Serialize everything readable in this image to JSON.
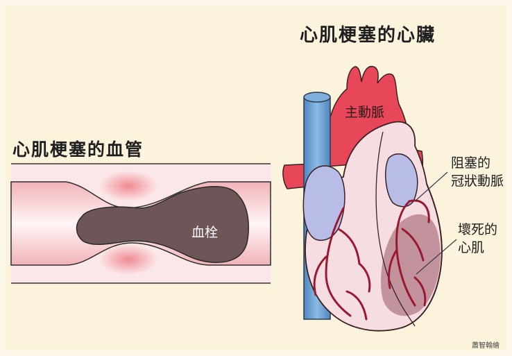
{
  "titles": {
    "heart": "心肌梗塞的心臟",
    "vessel": "心肌梗塞的血管"
  },
  "labels": {
    "aorta": "主動脈",
    "clot": "血栓",
    "blocked_artery_line1": "阻塞的",
    "blocked_artery_line2": "冠狀動脈",
    "dead_muscle_line1": "壞死的",
    "dead_muscle_line2": "心肌",
    "credit": "蕭智翰繪"
  },
  "colors": {
    "aorta": "#e8475a",
    "vein": "#6a9fd0",
    "heart": "#f6dde2",
    "atrium": "#b7bde6",
    "coronary": "#9a1830",
    "necrosis": "#b8868f",
    "clot": "#6e5558",
    "vessel": "#f3c9cc"
  }
}
